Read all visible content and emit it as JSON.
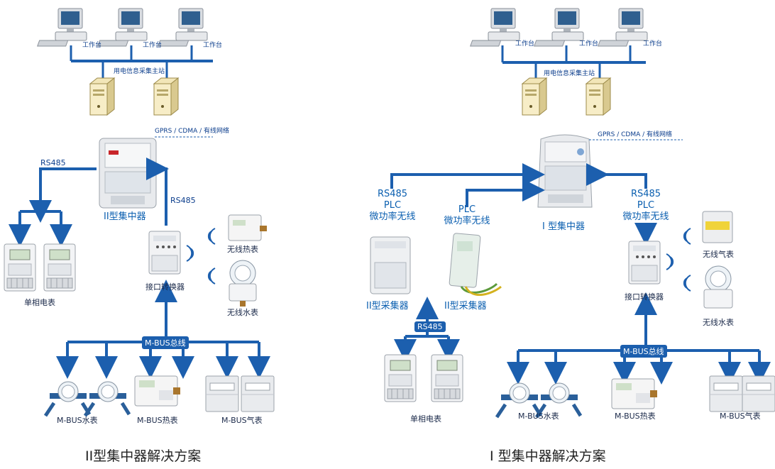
{
  "left": {
    "workstation_label": "工作台",
    "master_station": "用电信息采集主站",
    "network": "GPRS / CDMA / 有线网络",
    "rs485_a": "RS485",
    "rs485_b": "RS485",
    "concentrator": "II型集中器",
    "single_phase_meter": "单相电表",
    "converter": "接口转换器",
    "wireless_heat": "无线热表",
    "wireless_water": "无线水表",
    "mbus_line": "M-BUS总线",
    "mbus_water": "M-BUS水表",
    "mbus_heat": "M-BUS热表",
    "mbus_gas": "M-BUS气表",
    "caption": "II型集中器解决方案"
  },
  "right": {
    "workstation_label": "工作台",
    "master_station": "用电信息采集主站",
    "network": "GPRS / CDMA / 有线网络",
    "link_left": [
      "RS485",
      "PLC",
      "微功率无线"
    ],
    "link_mid": [
      "PLC",
      "微功率无线"
    ],
    "link_right": [
      "RS485",
      "PLC",
      "微功率无线"
    ],
    "concentrator": "I 型集中器",
    "collector_a": "II型采集器",
    "collector_b": "II型采集器",
    "rs485": "RS485",
    "single_phase_meter": "单相电表",
    "converter": "接口转换器",
    "wireless_gas": "无线气表",
    "wireless_water": "无线水表",
    "mbus_line": "M-BUS总线",
    "mbus_water": "M-BUS水表",
    "mbus_heat": "M-BUS热表",
    "mbus_gas": "M-BUS气表",
    "caption": "I 型集中器解决方案"
  },
  "colors": {
    "line": "#1c5fae",
    "wave": "#1c5fae"
  }
}
